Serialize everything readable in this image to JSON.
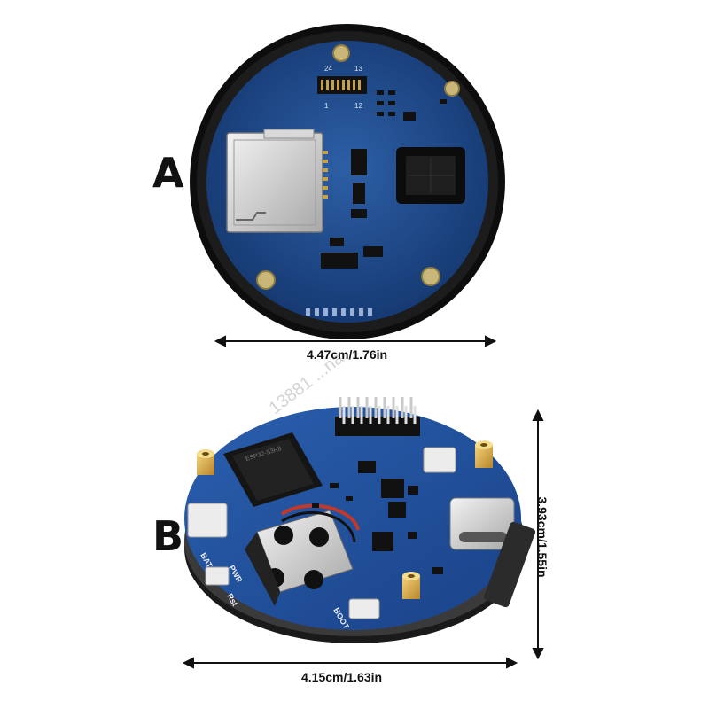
{
  "panel_a": {
    "letter": "A",
    "width_label": "4.47cm/1.76in",
    "header_pins_top_left": "24",
    "header_pins_top_right": "13",
    "header_pins_bottom_left": "1",
    "header_pins_bottom_right": "12"
  },
  "panel_b": {
    "letter": "B",
    "width_label": "4.15cm/1.63in",
    "height_label": "3.93cm/1.55in",
    "silk_pwr": "PWR",
    "silk_bat": "BAT",
    "silk_boot": "BOOT",
    "silk_rst": "Rst"
  },
  "watermark": "13881 ...na"
}
